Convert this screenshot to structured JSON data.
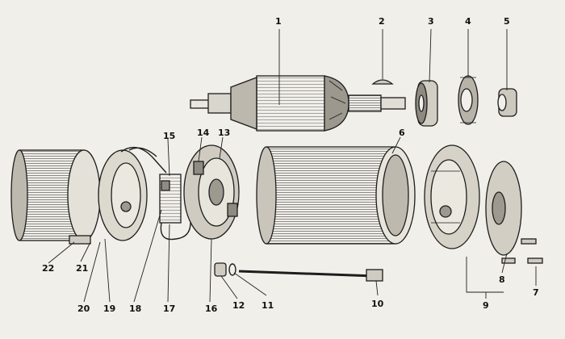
{
  "callouts": {
    "c1": "1",
    "c2": "2",
    "c3": "3",
    "c4": "4",
    "c5": "5",
    "c6": "6",
    "c7": "7",
    "c8": "8",
    "c9": "9",
    "c10": "10",
    "c11": "11",
    "c12": "12",
    "c13": "13",
    "c14": "14",
    "c15": "15",
    "c16": "16",
    "c17": "17",
    "c18": "18",
    "c19": "19",
    "c20": "20",
    "c21": "21",
    "c22": "22"
  },
  "colors": {
    "paper": "#f1efe9",
    "ink": "#1d1d1d"
  }
}
